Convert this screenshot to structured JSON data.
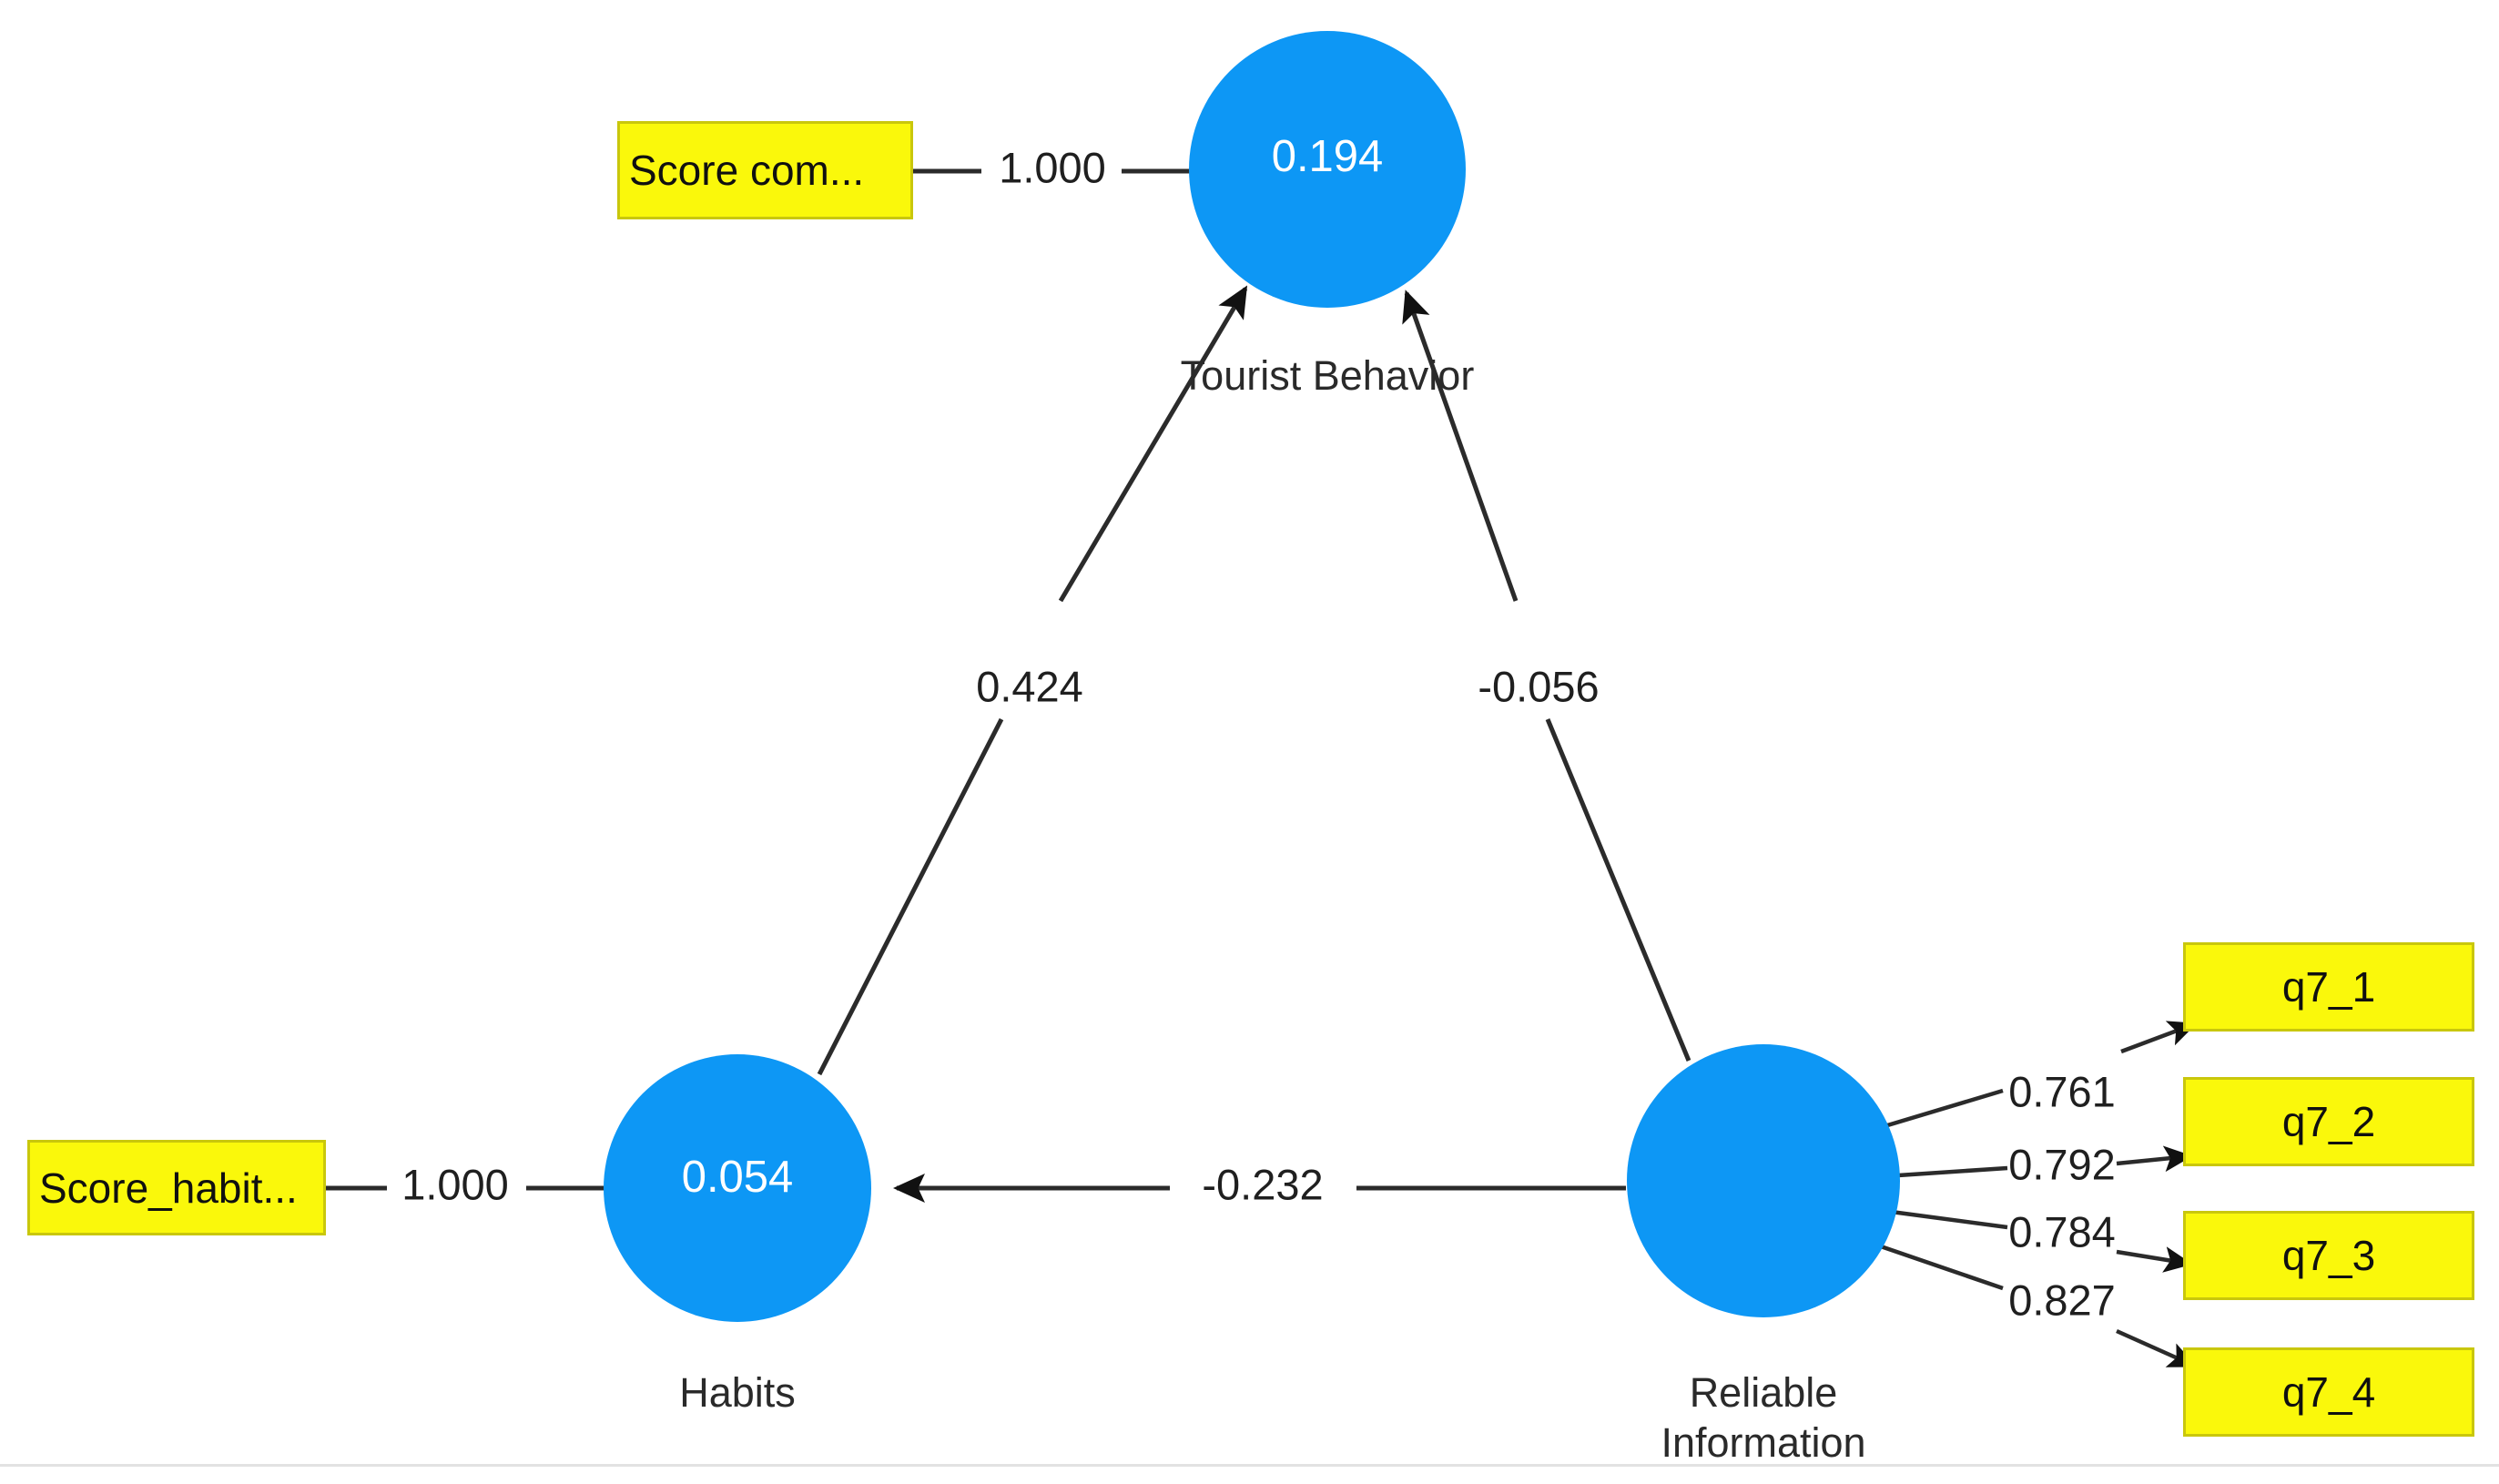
{
  "diagram": {
    "title": "PLS-SEM path model",
    "colors": {
      "latent_fill": "#0d97f5",
      "indicator_fill": "#faf80b",
      "indicator_border": "#c9c70c",
      "edge": "#2b2b2b",
      "background": "#ffffff"
    },
    "latent_nodes": [
      {
        "id": "tourist_behavior",
        "caption": "Tourist Behavior",
        "value": "0.194"
      },
      {
        "id": "habits",
        "caption": "Habits",
        "value": "0.054"
      },
      {
        "id": "reliable_information",
        "caption_line1": "Reliable",
        "caption_line2": "Information",
        "value": ""
      }
    ],
    "indicators": [
      {
        "id": "score_com",
        "label": "Score com..."
      },
      {
        "id": "score_habit",
        "label": "Score_habit..."
      },
      {
        "id": "q7_1",
        "label": "q7_1"
      },
      {
        "id": "q7_2",
        "label": "q7_2"
      },
      {
        "id": "q7_3",
        "label": "q7_3"
      },
      {
        "id": "q7_4",
        "label": "q7_4"
      }
    ],
    "edge_labels": {
      "score_com_to_tourist": "1.000",
      "score_habit_to_habits": "1.000",
      "habits_to_tourist": "0.424",
      "reliable_to_tourist": "-0.056",
      "reliable_to_habits": "-0.232",
      "reliable_to_q7_1": "0.761",
      "reliable_to_q7_2": "0.792",
      "reliable_to_q7_3": "0.784",
      "reliable_to_q7_4": "0.827"
    }
  },
  "chart_data": {
    "type": "diagram",
    "title": "PLS-SEM path model",
    "nodes": [
      {
        "id": "tourist_behavior",
        "type": "latent",
        "label": "Tourist Behavior",
        "r_squared": 0.194
      },
      {
        "id": "habits",
        "type": "latent",
        "label": "Habits",
        "r_squared": 0.054
      },
      {
        "id": "reliable_information",
        "type": "latent",
        "label": "Reliable Information",
        "r_squared": null
      },
      {
        "id": "score_com",
        "type": "indicator",
        "label": "Score com..."
      },
      {
        "id": "score_habit",
        "type": "indicator",
        "label": "Score_habit..."
      },
      {
        "id": "q7_1",
        "type": "indicator",
        "label": "q7_1"
      },
      {
        "id": "q7_2",
        "type": "indicator",
        "label": "q7_2"
      },
      {
        "id": "q7_3",
        "type": "indicator",
        "label": "q7_3"
      },
      {
        "id": "q7_4",
        "type": "indicator",
        "label": "q7_4"
      }
    ],
    "edges": [
      {
        "from": "score_com",
        "to": "tourist_behavior",
        "value": 1.0,
        "kind": "measurement",
        "arrow": false
      },
      {
        "from": "score_habit",
        "to": "habits",
        "value": 1.0,
        "kind": "measurement",
        "arrow": false
      },
      {
        "from": "habits",
        "to": "tourist_behavior",
        "value": 0.424,
        "kind": "structural",
        "arrow": true
      },
      {
        "from": "reliable_information",
        "to": "tourist_behavior",
        "value": -0.056,
        "kind": "structural",
        "arrow": true
      },
      {
        "from": "reliable_information",
        "to": "habits",
        "value": -0.232,
        "kind": "structural",
        "arrow": true
      },
      {
        "from": "reliable_information",
        "to": "q7_1",
        "value": 0.761,
        "kind": "loading",
        "arrow": true
      },
      {
        "from": "reliable_information",
        "to": "q7_2",
        "value": 0.792,
        "kind": "loading",
        "arrow": true
      },
      {
        "from": "reliable_information",
        "to": "q7_3",
        "value": 0.784,
        "kind": "loading",
        "arrow": true
      },
      {
        "from": "reliable_information",
        "to": "q7_4",
        "value": 0.827,
        "kind": "loading",
        "arrow": true
      }
    ]
  }
}
